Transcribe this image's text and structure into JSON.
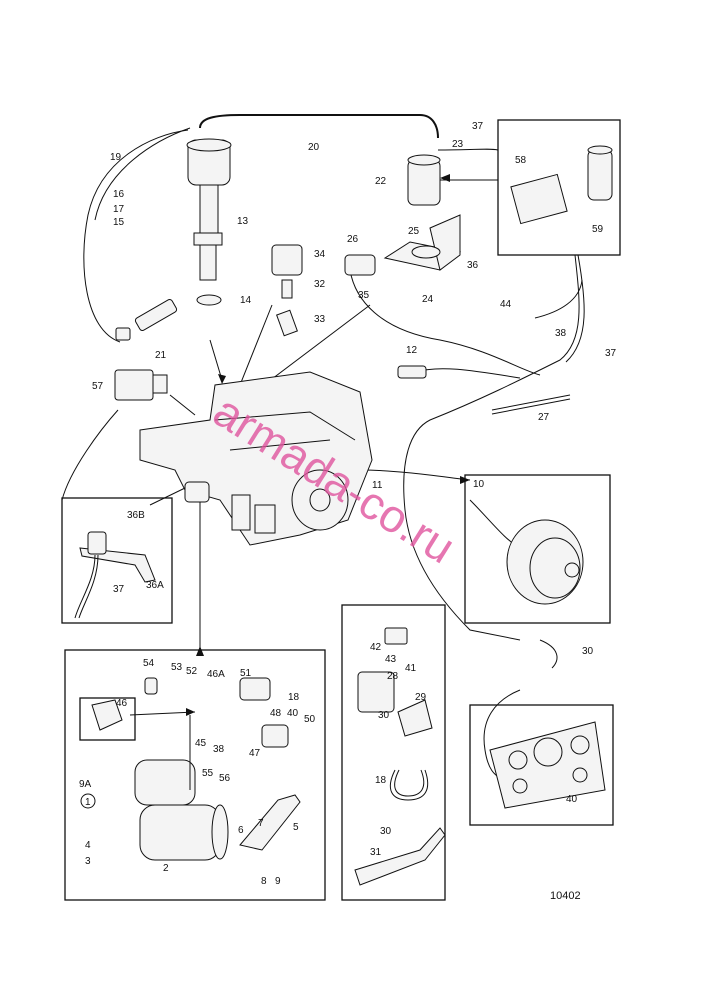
{
  "diagram": {
    "labels": {
      "l19": "19",
      "l20": "20",
      "l37a": "37",
      "l23": "23",
      "l22": "22",
      "l58": "58",
      "l59": "59",
      "l16": "16",
      "l17": "17",
      "l15": "15",
      "l13": "13",
      "l14": "14",
      "l21": "21",
      "l34": "34",
      "l32": "32",
      "l33": "33",
      "l26": "26",
      "l25": "25",
      "l36": "36",
      "l35": "35",
      "l24": "24",
      "l44": "44",
      "l38a": "38",
      "l37b": "37",
      "l12": "12",
      "l27": "27",
      "l57": "57",
      "l11": "11",
      "l36b": "36B",
      "l37c": "37",
      "l36a": "36A",
      "l10": "10",
      "l30a": "30",
      "l42": "42",
      "l43": "43",
      "l41": "41",
      "l28": "28",
      "l29": "29",
      "l30b": "30",
      "l18b": "18",
      "l30c": "30",
      "l31": "31",
      "l40": "40",
      "l54": "54",
      "l53": "53",
      "l52": "52",
      "l46a": "46A",
      "l51": "51",
      "l18a": "18",
      "l46": "46",
      "l45": "45",
      "l38b": "38",
      "l47": "47",
      "l48": "48",
      "l40b": "40",
      "l50": "50",
      "l9a": "9A",
      "l1": "1",
      "l55": "55",
      "l56": "56",
      "l4": "4",
      "l3": "3",
      "l2": "2",
      "l6": "6",
      "l7": "7",
      "l5": "5",
      "l8": "8",
      "l9": "9"
    },
    "drawing_number": "10402",
    "watermark": "armada-co.ru"
  },
  "colors": {
    "ink": "#111111",
    "watermark": "#e0559e",
    "background": "#ffffff"
  }
}
